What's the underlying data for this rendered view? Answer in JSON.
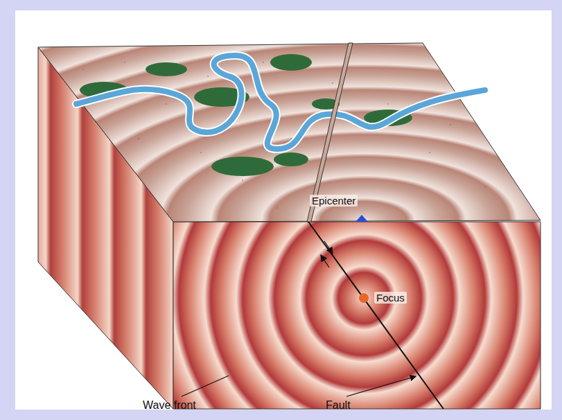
{
  "diagram": {
    "labels": [
      "Epicenter",
      "Focus",
      "Wave front",
      "Fault"
    ]
  }
}
